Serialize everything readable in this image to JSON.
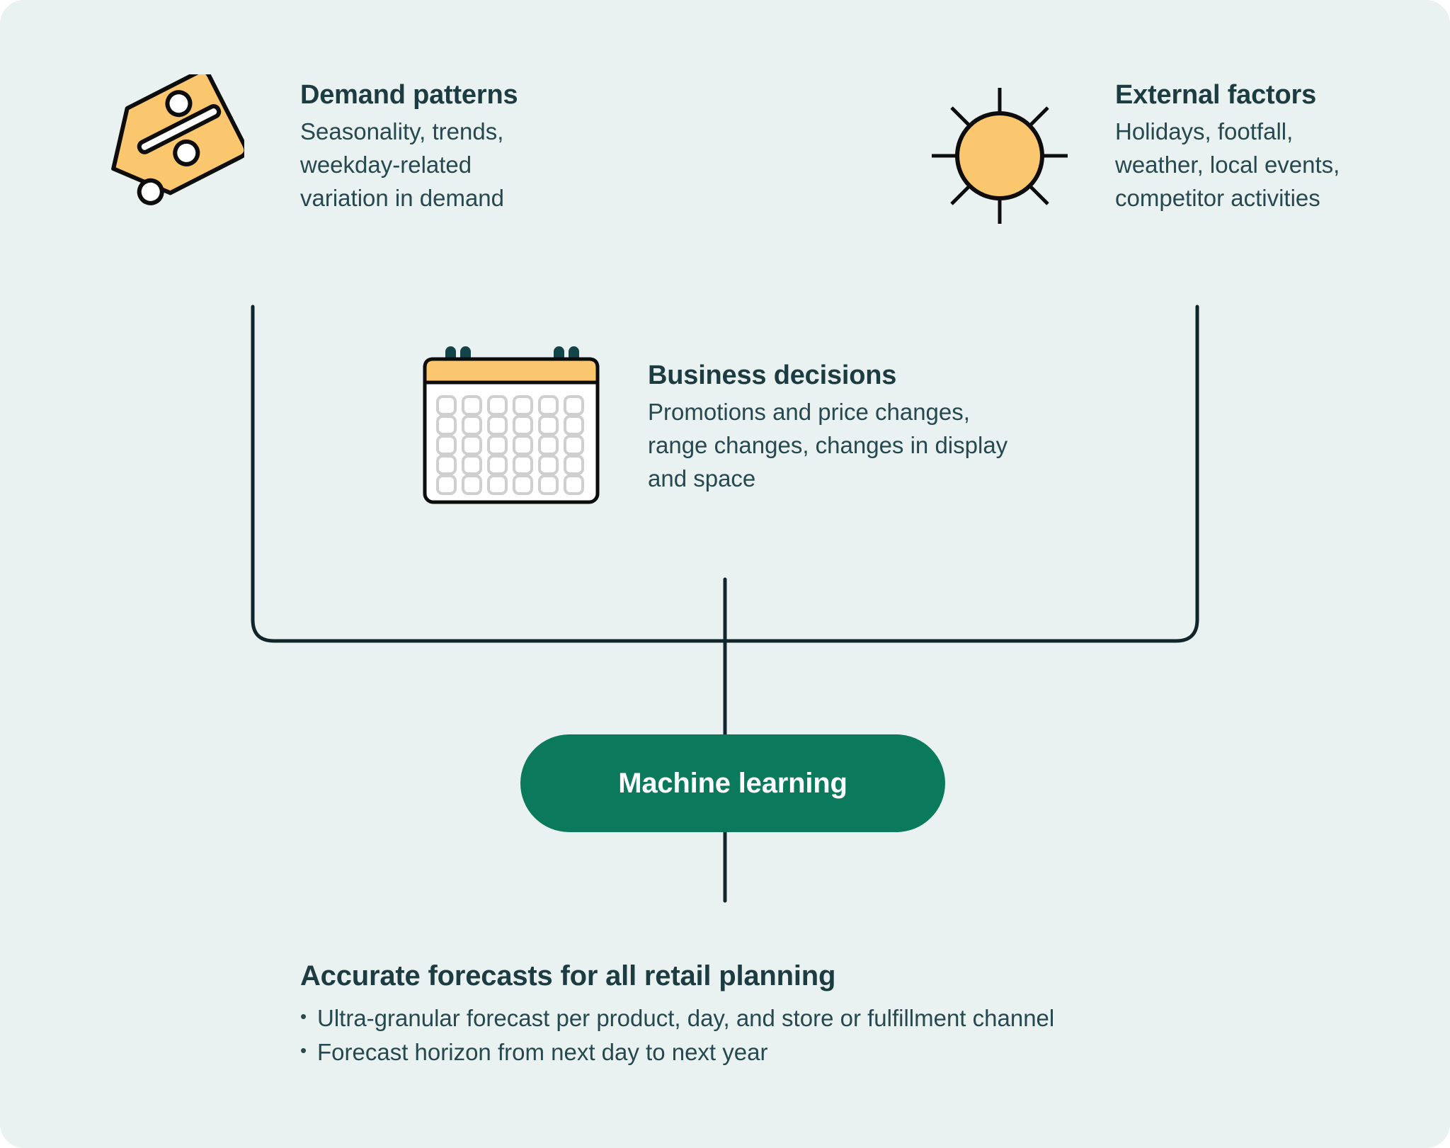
{
  "diagram": {
    "background_color": "#e9f2f0",
    "text_color": "#1d3c42",
    "accent_yellow": "#fac76f",
    "accent_green": "#0b7a5c"
  },
  "inputs": [
    {
      "id": "demand-patterns",
      "icon": "price-tag-icon",
      "title": "Demand patterns",
      "description": "Seasonality, trends,\nweekday-related\nvariation in demand"
    },
    {
      "id": "external-factors",
      "icon": "sun-icon",
      "title": "External factors",
      "description": "Holidays, footfall,\nweather, local events,\ncompetitor activities"
    },
    {
      "id": "business-decisions",
      "icon": "calendar-icon",
      "title": "Business decisions",
      "description": "Promotions and price changes,\nrange changes, changes in display\nand space"
    }
  ],
  "process": {
    "label": "Machine learning"
  },
  "output": {
    "title": "Accurate forecasts for all retail planning",
    "bullets": [
      "Ultra-granular forecast per product, day, and store or fulfillment channel",
      "Forecast horizon from next day to next year"
    ]
  }
}
